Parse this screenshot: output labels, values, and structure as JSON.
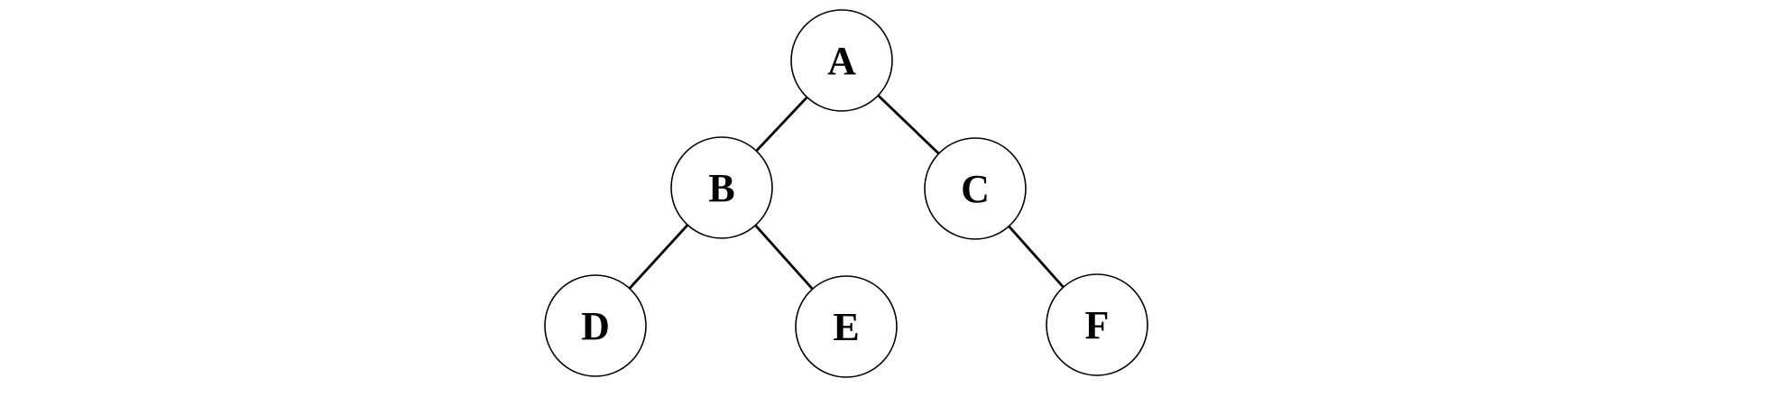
{
  "diagram": {
    "type": "binary-tree",
    "background_color": "#ffffff",
    "node_fill_color": "#ffffff",
    "node_stroke_color": "#000000",
    "edge_color": "#000000",
    "label_color": "#000000",
    "edges": [
      {
        "from": "A",
        "to": "B"
      },
      {
        "from": "A",
        "to": "C"
      },
      {
        "from": "B",
        "to": "D"
      },
      {
        "from": "B",
        "to": "E"
      },
      {
        "from": "C",
        "to": "F"
      }
    ]
  },
  "nodes": {
    "A": {
      "label": "A"
    },
    "B": {
      "label": "B"
    },
    "C": {
      "label": "C"
    },
    "D": {
      "label": "D"
    },
    "E": {
      "label": "E"
    },
    "F": {
      "label": "F"
    }
  }
}
